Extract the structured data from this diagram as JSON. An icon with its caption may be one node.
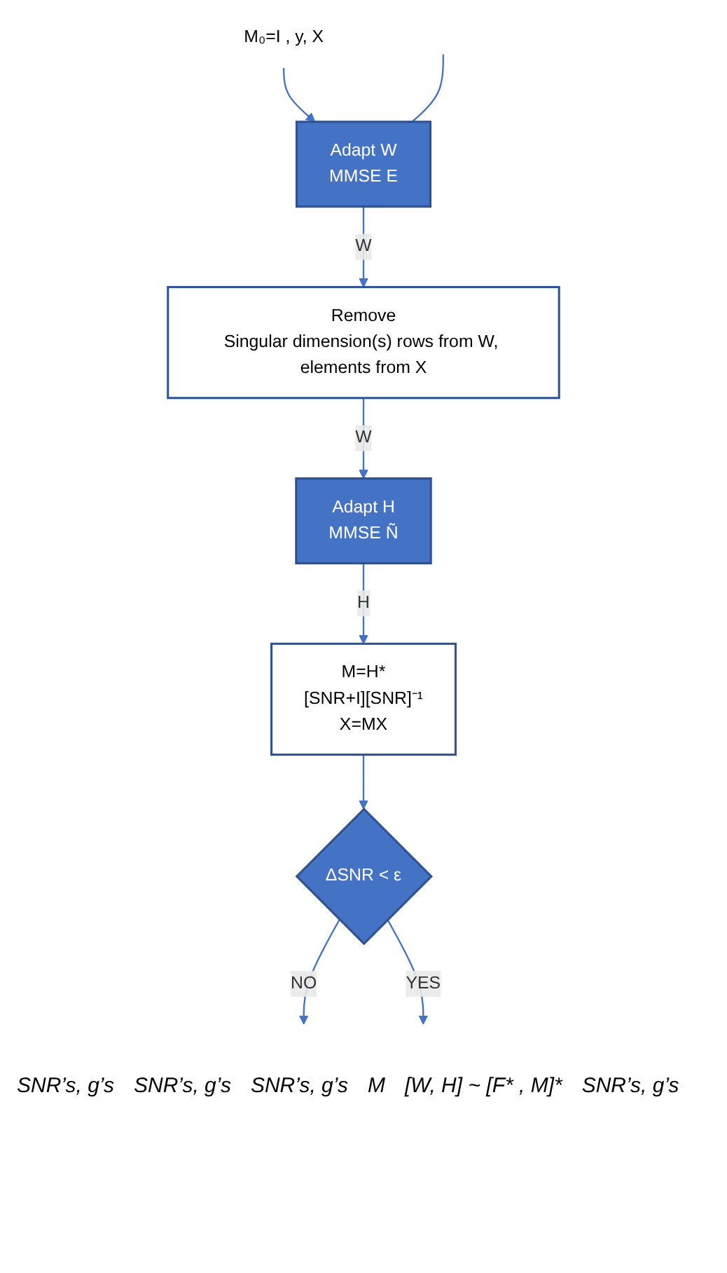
{
  "diagram": {
    "nodes": [
      {
        "text": [
          "M₀=I , y, X"
        ]
      },
      {
        "text": [
          "Adapt W",
          "MMSE E"
        ]
      },
      {
        "text": [
          "Remove",
          "Singular dimension(s) rows from W, elements from X"
        ]
      },
      {
        "text": [
          "Adapt H",
          "MMSE Ñ"
        ]
      },
      {
        "text": [
          "M=H*",
          "[SNR+I][SNR]⁻¹",
          "X=MX"
        ]
      },
      {
        "text": [
          "ΔSNR < ε"
        ]
      }
    ],
    "edges": [
      {
        "from": 0,
        "to": 1,
        "arrow": "to"
      },
      {
        "from": null,
        "to": 1,
        "arrow": "none"
      },
      {
        "from": 1,
        "to": 2,
        "arrow": "to",
        "label": "W"
      },
      {
        "from": 2,
        "to": 3,
        "arrow": "to",
        "label": "W"
      },
      {
        "from": 3,
        "to": 4,
        "arrow": "to",
        "label": "H"
      },
      {
        "from": 4,
        "to": 5,
        "arrow": "to"
      },
      {
        "from": 5,
        "to": null,
        "arrow": "to",
        "label": "NO"
      },
      {
        "from": 5,
        "to": null,
        "arrow": "to",
        "label": "YES"
      }
    ],
    "labels": [
      "SNR’s, g’s",
      "SNR’s, g’s",
      "SNR’s, g’s",
      "M",
      "[W, H] ~ [F* , M]*",
      "SNR’s, g’s"
    ]
  }
}
